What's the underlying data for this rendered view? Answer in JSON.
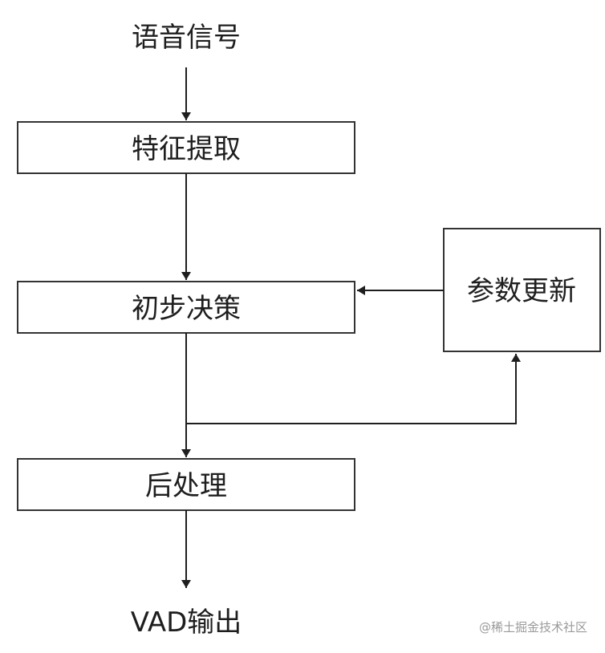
{
  "nodes": {
    "input": "语音信号",
    "feature_extraction": "特征提取",
    "initial_decision": "初步决策",
    "parameter_update": "参数更新",
    "post_processing": "后处理",
    "output": "VAD输出"
  },
  "watermark": "@稀土掘金技术社区"
}
